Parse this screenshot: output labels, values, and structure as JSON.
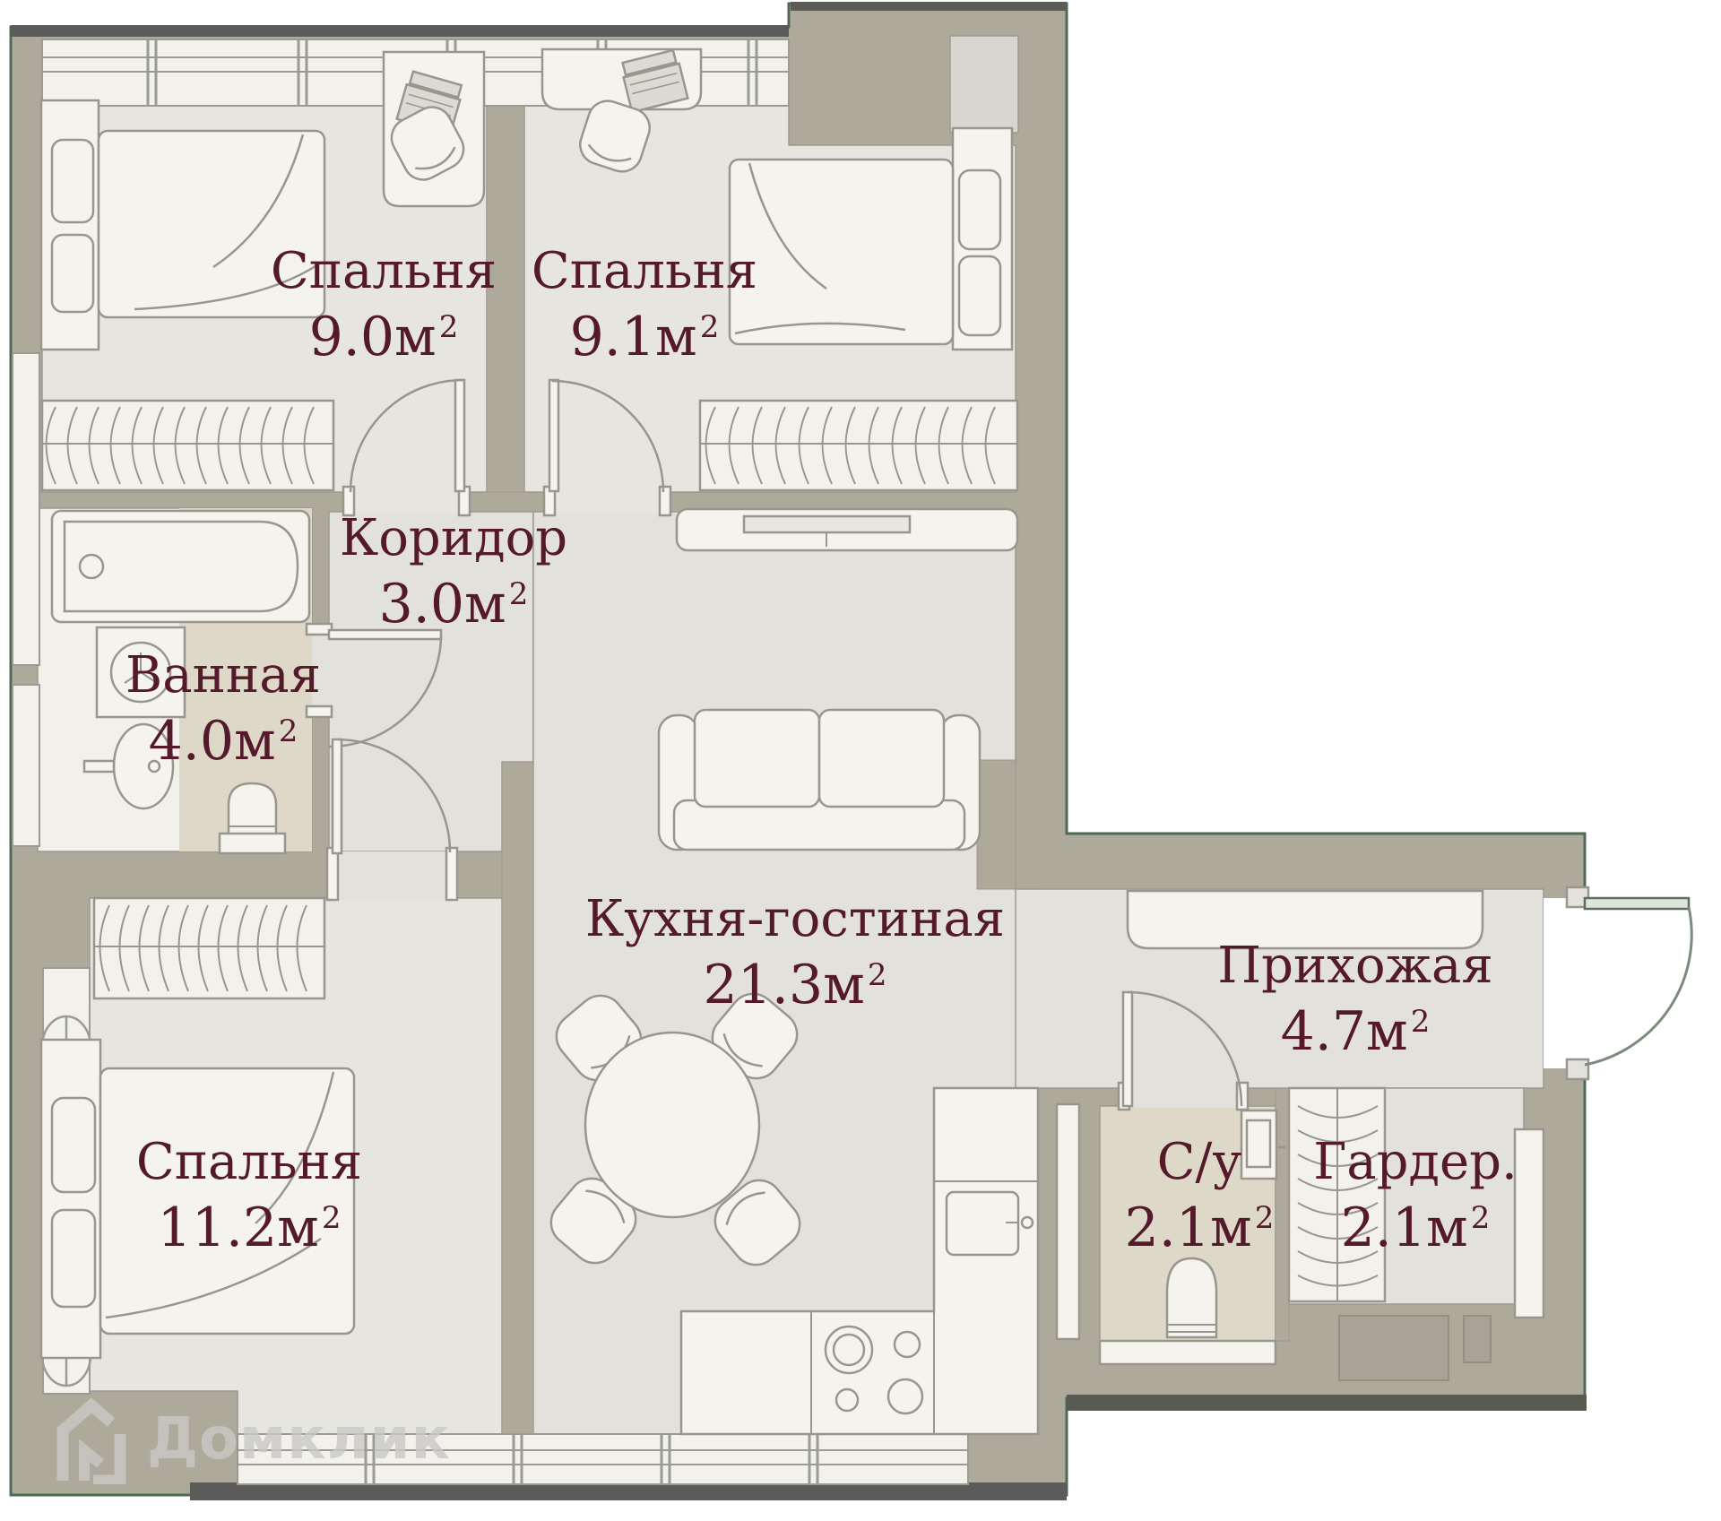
{
  "plan": {
    "type": "apartment-floor-plan",
    "language": "ru",
    "rooms": [
      {
        "name": "Спальня",
        "area": "9.0",
        "unit": "м",
        "sup": "2"
      },
      {
        "name": "Спальня",
        "area": "9.1",
        "unit": "м",
        "sup": "2"
      },
      {
        "name": "Коридор",
        "area": "3.0",
        "unit": "м",
        "sup": "2"
      },
      {
        "name": "Ванная",
        "area": "4.0",
        "unit": "м",
        "sup": "2"
      },
      {
        "name": "Кухня-гостиная",
        "area": "21.3",
        "unit": "м",
        "sup": "2"
      },
      {
        "name": "Прихожая",
        "area": "4.7",
        "unit": "м",
        "sup": "2"
      },
      {
        "name": "Спальня",
        "area": "11.2",
        "unit": "м",
        "sup": "2"
      },
      {
        "name": "С/у",
        "area": "2.1",
        "unit": "м",
        "sup": "2"
      },
      {
        "name": "Гардер.",
        "area": "2.1",
        "unit": "м",
        "sup": "2"
      }
    ],
    "watermark": {
      "brand": "Домклик"
    },
    "icons": [
      "house-logo-icon",
      "bed-icon",
      "pillow-icon",
      "wardrobe-hangers-icon",
      "desk-icon",
      "laptop-icon",
      "chair-icon",
      "bathtub-icon",
      "washing-machine-icon",
      "sink-icon",
      "toilet-icon",
      "sofa-icon",
      "tv-console-icon",
      "dining-table-icon",
      "stove-burners-icon",
      "kitchen-sink-icon",
      "shoe-cabinet-icon",
      "door-arc-icon",
      "entry-door-icon",
      "window-band-icon",
      "window-vent-icon"
    ],
    "colors": {
      "label_text": "#541a2c",
      "wall": "#aeaa9b",
      "floor_living": "#e3e1db",
      "floor_bedroom": "#e7e5df",
      "floor_tile": "#ddd8c8",
      "furniture_fill": "#f4f3ee",
      "outline": "#98968d",
      "window_fill": "#f2f1ec",
      "dark_bar": "#5b5c59",
      "exterior_green": "#4e6a55",
      "watermark": "#c9c9c5"
    }
  }
}
